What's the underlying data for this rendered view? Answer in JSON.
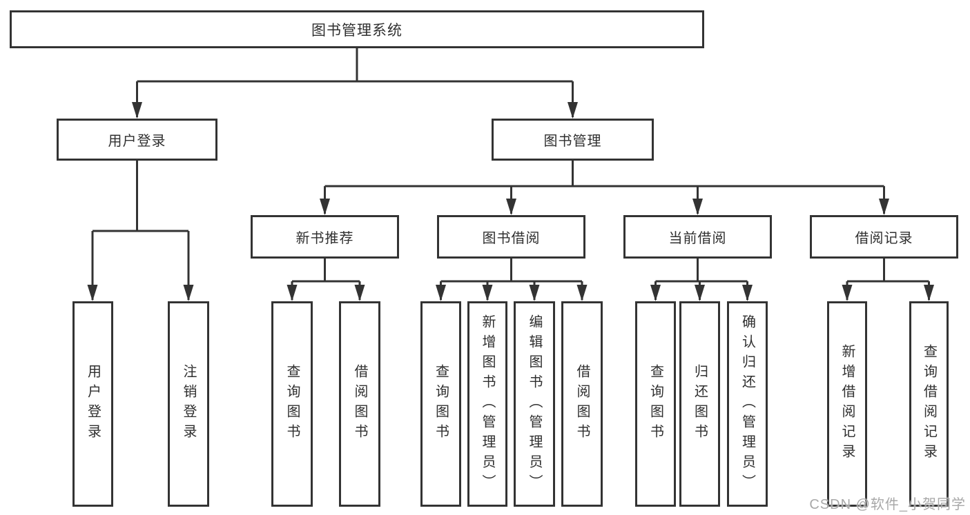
{
  "tree": {
    "root": "图书管理系统",
    "branches": [
      {
        "label": "用户登录",
        "children": [
          "用户登录",
          "注销登录"
        ]
      },
      {
        "label": "图书管理",
        "groups": [
          {
            "label": "新书推荐",
            "children": [
              "查询图书",
              "借阅图书"
            ]
          },
          {
            "label": "图书借阅",
            "children": [
              "查询图书",
              "新增图书（管理员）",
              "编辑图书（管理员）",
              "借阅图书"
            ]
          },
          {
            "label": "当前借阅",
            "children": [
              "查询图书",
              "归还图书",
              "确认归还（管理员）"
            ]
          },
          {
            "label": "借阅记录",
            "children": [
              "新增借阅记录",
              "查询借阅记录"
            ]
          }
        ]
      }
    ]
  },
  "colors": {
    "line": "#333333",
    "box_border": "#333333",
    "text": "#2f2f2f",
    "watermark": "#a8a8a8",
    "background": "#ffffff"
  },
  "watermark": "CSDN @软件_小贺同学"
}
